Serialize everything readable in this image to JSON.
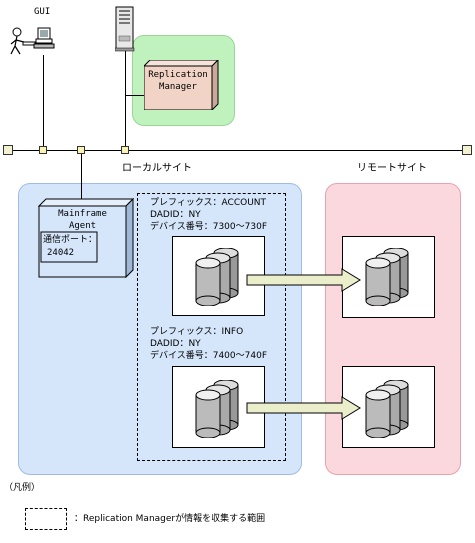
{
  "labels": {
    "gui": "GUI",
    "replication_manager": "Replication\nManager",
    "local_site": "ローカルサイト",
    "remote_site": "リモートサイト",
    "mainframe_agent": "Mainframe\nAgent",
    "comm_port_label": "通信ポート：",
    "comm_port_value": "24042",
    "legend_title": "（凡例）",
    "legend_text": "：Replication Managerが情報を収集する範囲"
  },
  "groups": [
    {
      "prefix": "プレフィックス：ACCOUNT",
      "dadid": "DADID：NY",
      "device": "デバイス番号：7300～730F"
    },
    {
      "prefix": "プレフィックス：INFO",
      "dadid": "DADID：NY",
      "device": "デバイス番号：7400～740F"
    }
  ],
  "colors": {
    "local_area": "#d5e6fb",
    "remote_area": "#fbd8dd",
    "rm_area": "#bff2bd",
    "rm_box": "#f1d4c6",
    "agent_box": "#d5e6fb",
    "node": "#fbf3b5",
    "arrow": "#ebeecb"
  }
}
